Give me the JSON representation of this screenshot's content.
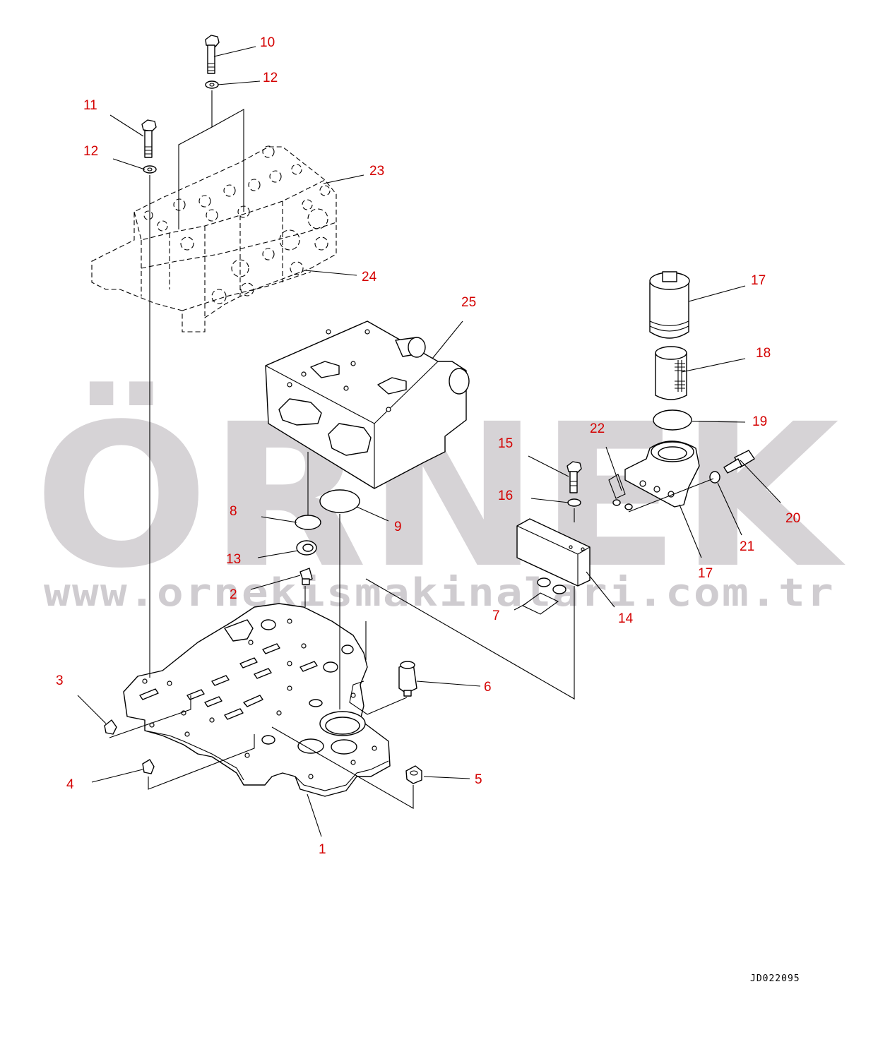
{
  "watermark": {
    "brand": "ÖRNEK",
    "url": "www.ornekismakinalari.com.tr",
    "accent_color": "#f4d36a",
    "gray_color": "#d6d3d6"
  },
  "drawing_code": "JD022095",
  "callout_color": "#d40000",
  "callouts": [
    {
      "id": "c10",
      "label": "10"
    },
    {
      "id": "c12a",
      "label": "12"
    },
    {
      "id": "c11",
      "label": "11"
    },
    {
      "id": "c12b",
      "label": "12"
    },
    {
      "id": "c23",
      "label": "23"
    },
    {
      "id": "c24",
      "label": "24"
    },
    {
      "id": "c25",
      "label": "25"
    },
    {
      "id": "c17a",
      "label": "17"
    },
    {
      "id": "c18",
      "label": "18"
    },
    {
      "id": "c19",
      "label": "19"
    },
    {
      "id": "c22",
      "label": "22"
    },
    {
      "id": "c15",
      "label": "15"
    },
    {
      "id": "c16",
      "label": "16"
    },
    {
      "id": "c20",
      "label": "20"
    },
    {
      "id": "c21",
      "label": "21"
    },
    {
      "id": "c17b",
      "label": "17"
    },
    {
      "id": "c8",
      "label": "8"
    },
    {
      "id": "c9",
      "label": "9"
    },
    {
      "id": "c13",
      "label": "13"
    },
    {
      "id": "c2",
      "label": "2"
    },
    {
      "id": "c7",
      "label": "7"
    },
    {
      "id": "c14",
      "label": "14"
    },
    {
      "id": "c6",
      "label": "6"
    },
    {
      "id": "c3",
      "label": "3"
    },
    {
      "id": "c4",
      "label": "4"
    },
    {
      "id": "c5",
      "label": "5"
    },
    {
      "id": "c1",
      "label": "1"
    }
  ]
}
